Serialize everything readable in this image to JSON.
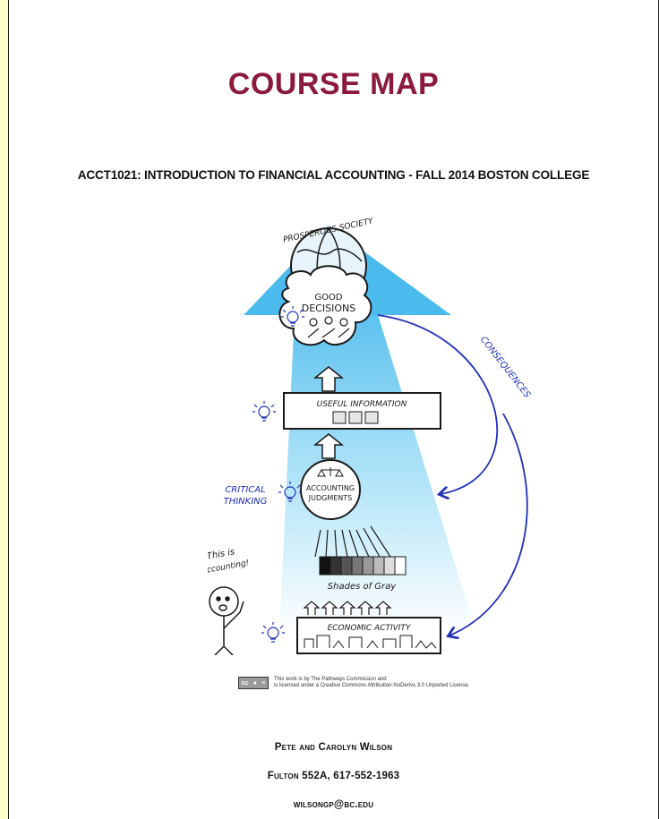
{
  "document": {
    "title": "COURSE MAP",
    "course_line": "ACCT1021: INTRODUCTION TO FINANCIAL ACCOUNTING - FALL 2014 BOSTON COLLEGE"
  },
  "illustration": {
    "top_label": "PROSPEROUS SOCIETY",
    "decisions_line1": "GOOD",
    "decisions_line2": "DECISIONS",
    "info_label": "USEFUL INFORMATION",
    "consequences_label": "CONSEQUENCES",
    "critical_line1": "CRITICAL",
    "critical_line2": "THINKING",
    "judgments_line1": "ACCOUNTING",
    "judgments_line2": "JUDGMENTS",
    "shades_label": "Shades of Gray",
    "speech_line1": "This is",
    "speech_line2": "Accounting!",
    "economic_label": "ECONOMIC ACTIVITY",
    "colors": {
      "beam": "#5ec4ee",
      "ink": "#1a1a1a",
      "blue_ink": "#1f2fb8"
    }
  },
  "license": {
    "badge": "cc",
    "line1": "This work is by The Pathways Commission and",
    "line2": "is licensed under a Creative Commons Attribution-NoDerivs 3.0 Unported License."
  },
  "contact": {
    "authors": "Pete and Carolyn Wilson",
    "office": "Fulton 552A, 617-552-1963",
    "email": "wilsongp@bc.edu"
  }
}
